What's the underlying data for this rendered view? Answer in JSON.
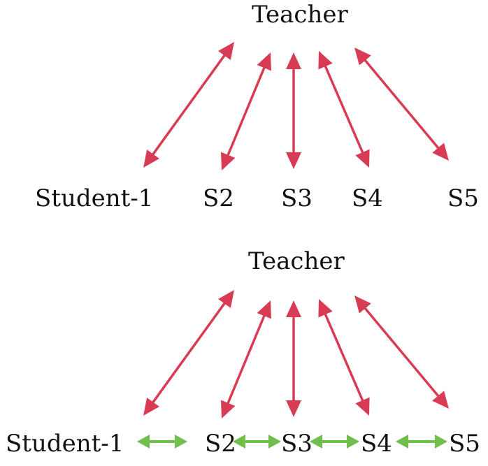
{
  "colors": {
    "teacher_student_arrow": "#d83c55",
    "student_student_arrow": "#6fbf4a",
    "text": "#111111",
    "background": "#ffffff"
  },
  "panels": [
    {
      "teacher_label": "Teacher",
      "student_labels": [
        "Student-1",
        "S2",
        "S3",
        "S4",
        "S5"
      ],
      "peer_links": false
    },
    {
      "teacher_label": "Teacher",
      "student_labels": [
        "Student-1",
        "S2",
        "S3",
        "S4",
        "S5"
      ],
      "peer_links": true
    }
  ]
}
